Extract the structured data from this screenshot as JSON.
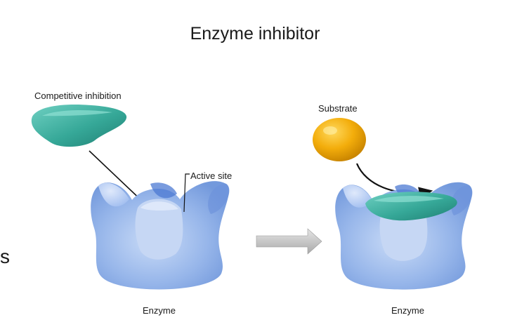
{
  "title": "Enzyme inhibitor",
  "labels": {
    "competitive_inhibition": "Competitive inhibition",
    "active_site": "Active site",
    "substrate": "Substrate",
    "enzyme_left": "Enzyme",
    "enzyme_right": "Enzyme",
    "edge_fragment": "s"
  },
  "colors": {
    "enzyme": "#8fb0e8",
    "enzyme_dark": "#5d86d4",
    "inhibitor": "#3fb3a4",
    "substrate": "#f2a900",
    "arrow_gray": "#b8b8b8"
  }
}
